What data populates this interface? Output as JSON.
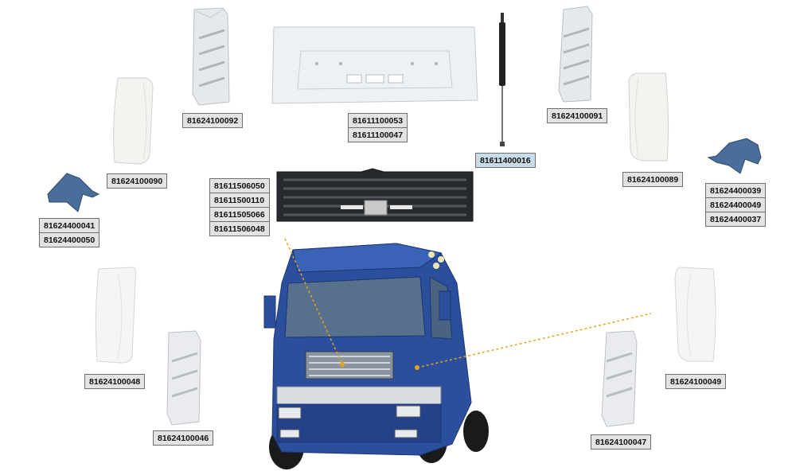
{
  "parts": {
    "p92": {
      "codes": [
        "81624100092"
      ]
    },
    "p53": {
      "codes": [
        "81611100053",
        "81611100047"
      ]
    },
    "p16": {
      "codes": [
        "81611400016"
      ]
    },
    "p91": {
      "codes": [
        "81624100091"
      ]
    },
    "p90": {
      "codes": [
        "81624100090"
      ]
    },
    "p89": {
      "codes": [
        "81624100089"
      ]
    },
    "p41": {
      "codes": [
        "81624400041",
        "81624400050"
      ]
    },
    "p39": {
      "codes": [
        "81624400039",
        "81624400049",
        "81624400037"
      ]
    },
    "grille": {
      "codes": [
        "81611506050",
        "81611500110",
        "81611505066",
        "81611506048"
      ]
    },
    "p48": {
      "codes": [
        "81624100048"
      ]
    },
    "p46": {
      "codes": [
        "81624100046"
      ]
    },
    "p49": {
      "codes": [
        "81624100049"
      ]
    },
    "p47": {
      "codes": [
        "81624100047"
      ]
    }
  },
  "colors": {
    "label_bg": "#e3e3e3",
    "label_highlight": "#c9dcea",
    "part_plastic": "#eef0f2",
    "truck_blue": "#2b4f9c",
    "leader_line": "#e3a51b"
  }
}
